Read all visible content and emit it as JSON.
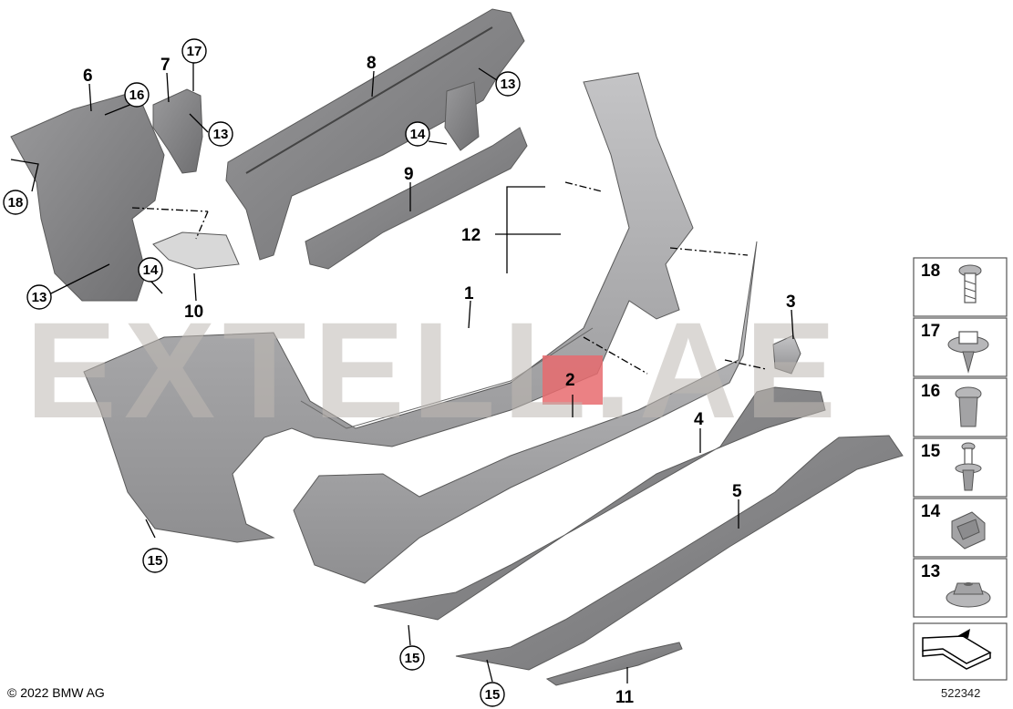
{
  "diagram": {
    "callouts": [
      "1",
      "2",
      "3",
      "4",
      "5",
      "6",
      "7",
      "8",
      "9",
      "10",
      "11",
      "12"
    ],
    "circled_callouts": [
      "13",
      "14",
      "15",
      "16",
      "17",
      "18"
    ],
    "legend": [
      {
        "num": "18",
        "icon": "screw-icon"
      },
      {
        "num": "17",
        "icon": "flange-nut-icon"
      },
      {
        "num": "16",
        "icon": "expanding-rivet-icon"
      },
      {
        "num": "15",
        "icon": "clip-screw-icon"
      },
      {
        "num": "14",
        "icon": "clip-nut-icon"
      },
      {
        "num": "13",
        "icon": "hex-nut-icon"
      }
    ],
    "copyright": "© 2022 BMW AG",
    "document_number": "522342",
    "watermark": "EXTELL.AE",
    "colors": {
      "part_fill": "#a5a5a7",
      "part_dark": "#7a7a7c",
      "highlight": "#e86b6e",
      "watermark": "#bfb9b3"
    }
  }
}
